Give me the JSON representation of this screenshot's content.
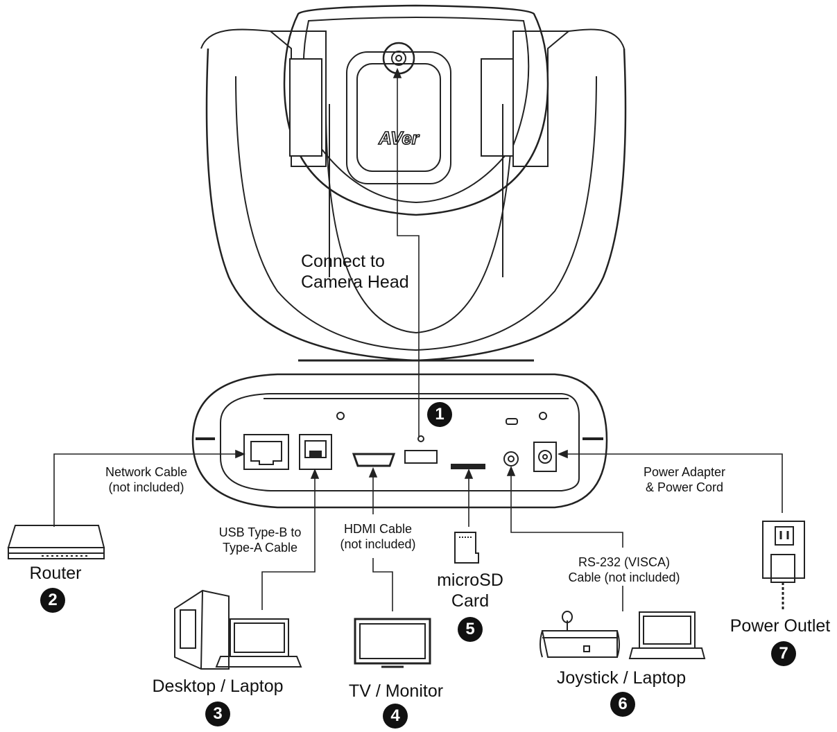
{
  "camera": {
    "logo_text": "AVer"
  },
  "labels": {
    "connect_camera_head": "Connect to\nCamera Head",
    "network_cable": "Network Cable\n(not included)",
    "usb_cable": "USB Type-B to\nType-A Cable",
    "hdmi_cable": "HDMI Cable\n(not included)",
    "rs232_cable": "RS-232 (VISCA)\nCable (not included)",
    "power_adapter": "Power Adapter\n& Power Cord"
  },
  "devices": {
    "router": {
      "label": "Router",
      "number": "2"
    },
    "desktop_laptop": {
      "label": "Desktop / Laptop",
      "number": "3"
    },
    "tv_monitor": {
      "label": "TV / Monitor",
      "number": "4"
    },
    "microsd": {
      "label": "microSD\nCard",
      "number": "5"
    },
    "joystick_laptop": {
      "label": "Joystick / Laptop",
      "number": "6"
    },
    "power_outlet": {
      "label": "Power Outlet",
      "number": "7"
    }
  },
  "base_port_number": "1",
  "colors": {
    "line": "#222222",
    "badge": "#111111",
    "background": "#ffffff"
  }
}
